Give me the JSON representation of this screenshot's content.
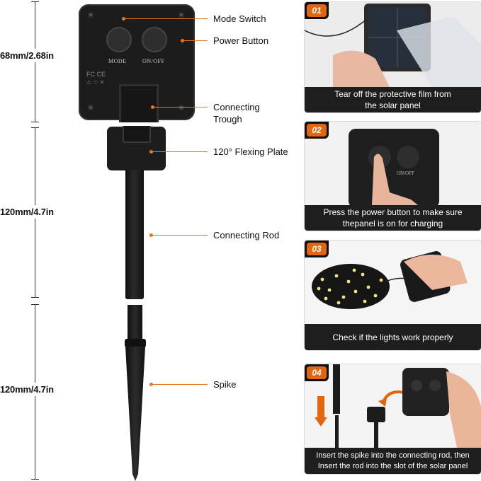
{
  "dimensions": [
    {
      "label": "68mm/2.68in"
    },
    {
      "label": "120mm/4.7in"
    },
    {
      "label": "120mm/4.7in"
    }
  ],
  "panel": {
    "mode_label": "MODE",
    "onoff_label": "ON/OFF"
  },
  "callouts": [
    {
      "label": "Mode Switch"
    },
    {
      "label": "Power Button"
    },
    {
      "label": "Connecting Trough"
    },
    {
      "label": "120° Flexing Plate"
    },
    {
      "label": "Connecting Rod"
    },
    {
      "label": "Spike"
    }
  ],
  "steps": [
    {
      "number": "01",
      "caption": "Tear off the protective film from the solar panel"
    },
    {
      "number": "02",
      "caption": "Press the power button to make sure thepanel is on for charging"
    },
    {
      "number": "03",
      "caption": "Check if the lights work properly"
    },
    {
      "number": "04",
      "caption": "Insert the spike into the connecting rod, then Insert the rod into the slot of the solar panel"
    }
  ],
  "colors": {
    "accent": "#e2650f",
    "callout_line": "#e87722",
    "caption_bg": "#1e1e1e",
    "product": "#1c1c1c"
  }
}
